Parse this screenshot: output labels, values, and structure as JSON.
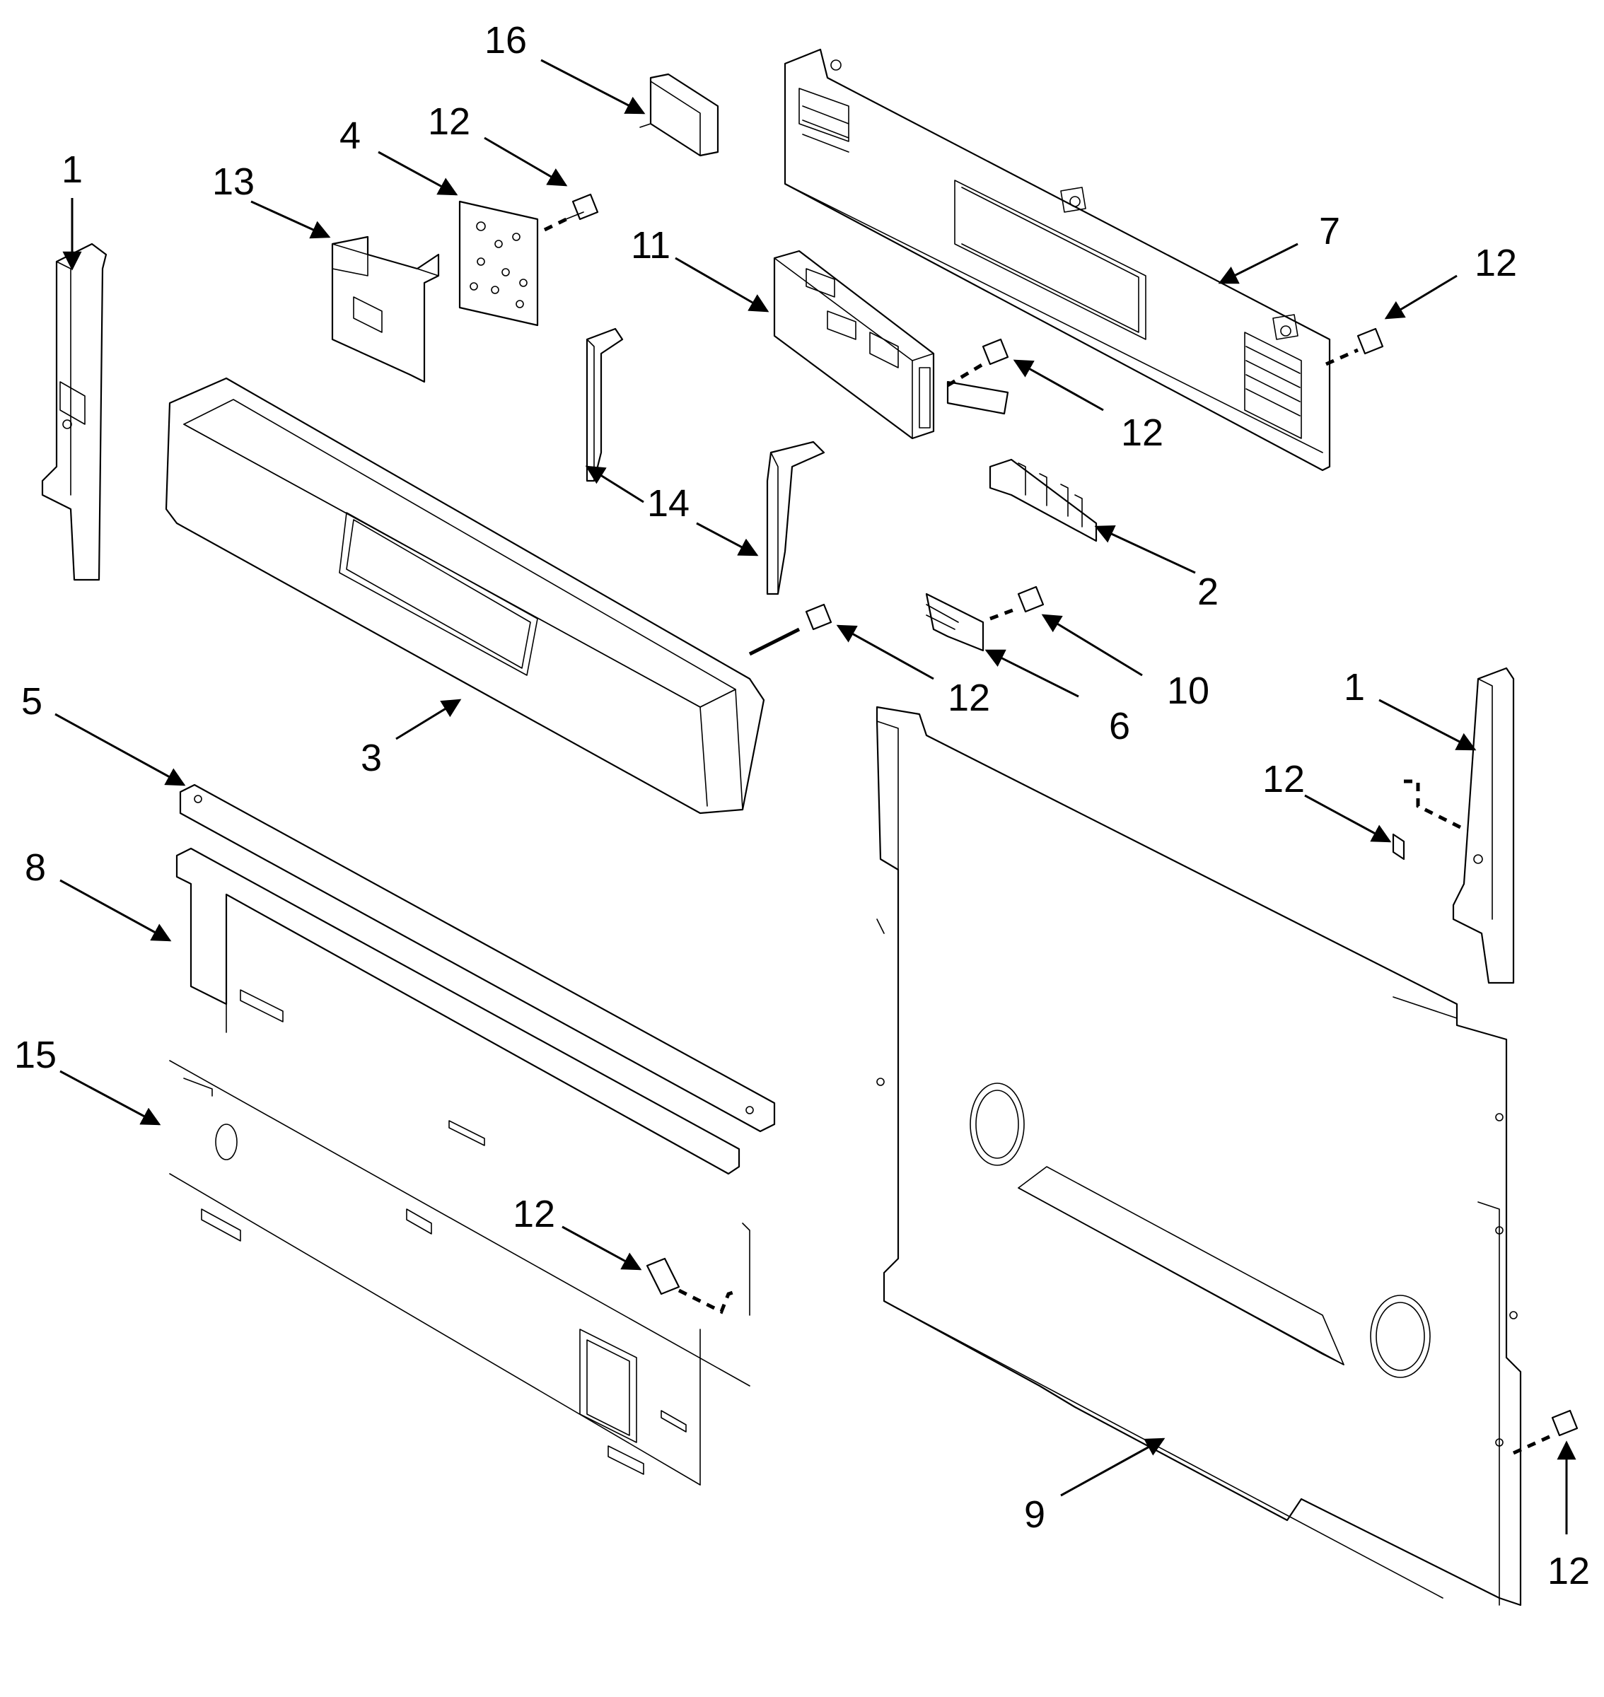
{
  "diagram": {
    "callouts": [
      {
        "id": "c1a",
        "label": "1"
      },
      {
        "id": "c1b",
        "label": "1"
      },
      {
        "id": "c2",
        "label": "2"
      },
      {
        "id": "c3",
        "label": "3"
      },
      {
        "id": "c4",
        "label": "4"
      },
      {
        "id": "c5",
        "label": "5"
      },
      {
        "id": "c6",
        "label": "6"
      },
      {
        "id": "c7",
        "label": "7"
      },
      {
        "id": "c8",
        "label": "8"
      },
      {
        "id": "c9",
        "label": "9"
      },
      {
        "id": "c10",
        "label": "10"
      },
      {
        "id": "c11",
        "label": "11"
      },
      {
        "id": "c12a",
        "label": "12"
      },
      {
        "id": "c12b",
        "label": "12"
      },
      {
        "id": "c12c",
        "label": "12"
      },
      {
        "id": "c12d",
        "label": "12"
      },
      {
        "id": "c12e",
        "label": "12"
      },
      {
        "id": "c12f",
        "label": "12"
      },
      {
        "id": "c12g",
        "label": "12"
      },
      {
        "id": "c13",
        "label": "13"
      },
      {
        "id": "c14",
        "label": "14"
      },
      {
        "id": "c15",
        "label": "15"
      },
      {
        "id": "c16",
        "label": "16"
      }
    ]
  },
  "colors": {
    "line": "#000000",
    "background": "#ffffff"
  }
}
